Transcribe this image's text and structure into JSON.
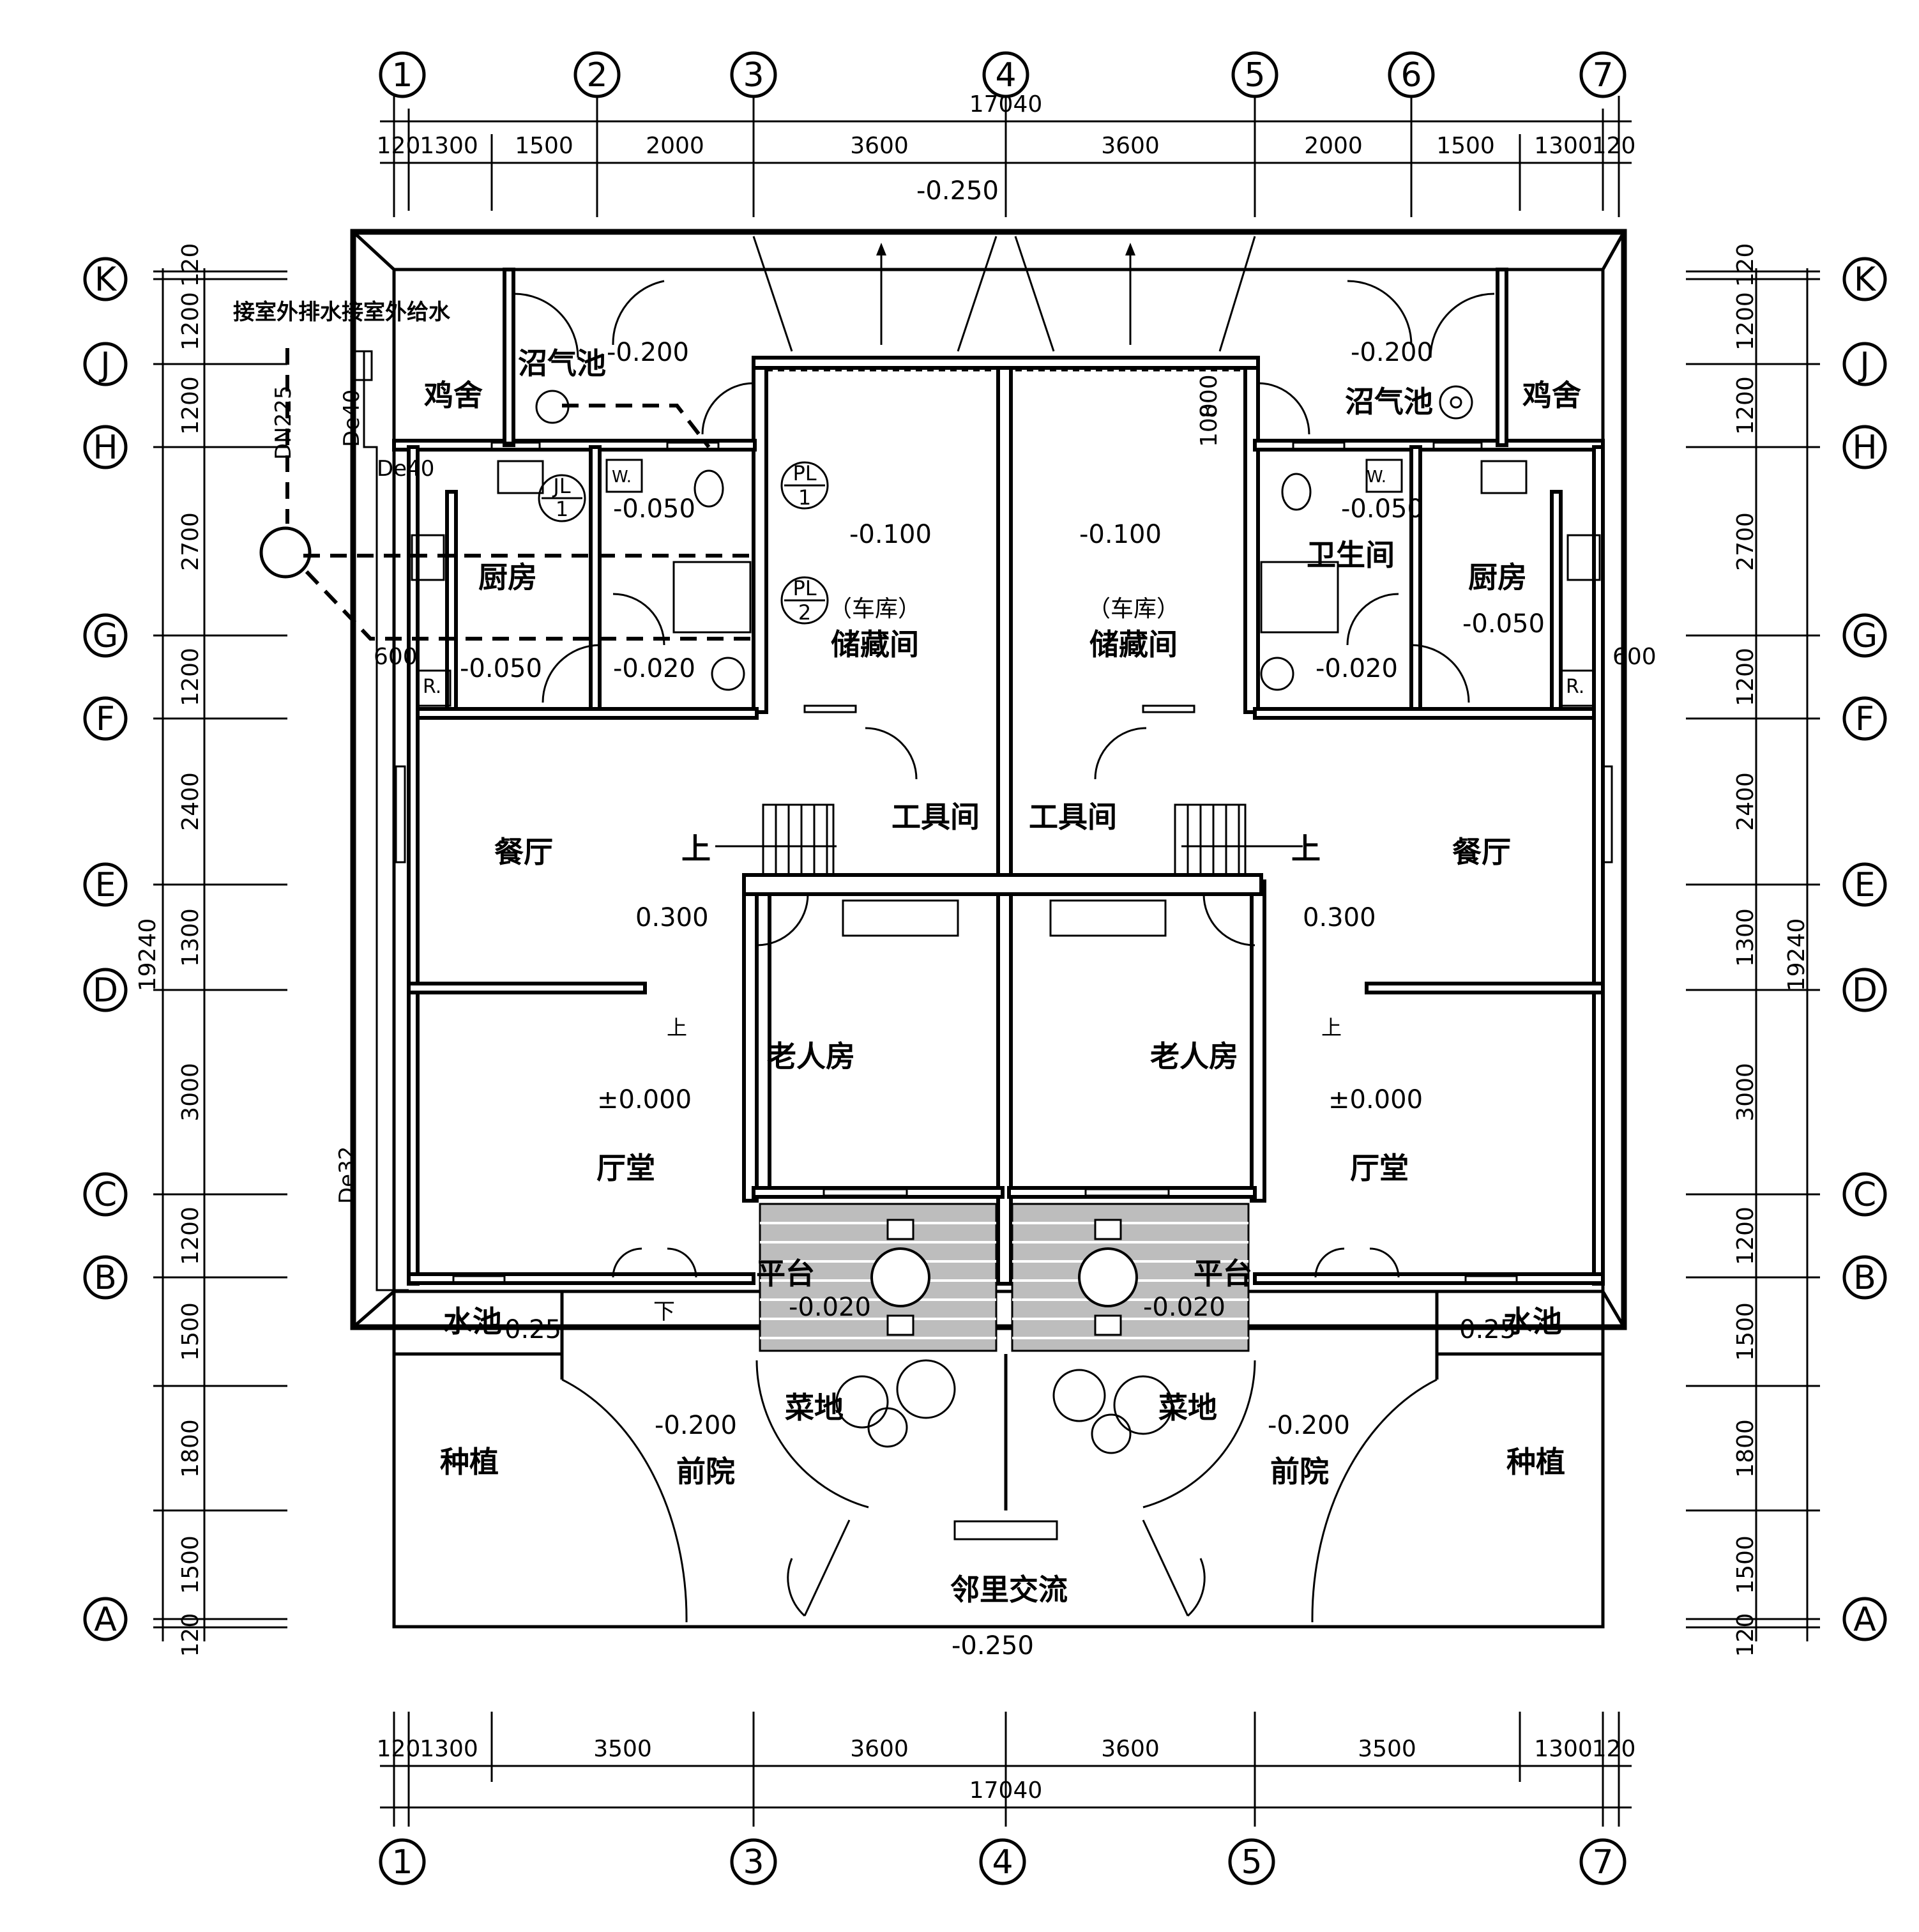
{
  "axes": {
    "top": [
      "1",
      "2",
      "3",
      "4",
      "5",
      "6",
      "7"
    ],
    "bottom": [
      "1",
      "3",
      "4",
      "5",
      "7"
    ],
    "rows": [
      "K",
      "J",
      "H",
      "G",
      "F",
      "E",
      "D",
      "C",
      "B",
      "A"
    ]
  },
  "dims": {
    "total_width": "17040",
    "total_depth": "19240",
    "top": [
      "120",
      "1300",
      "1500",
      "2000",
      "3600",
      "3600",
      "2000",
      "1500",
      "1300",
      "120"
    ],
    "bottom": [
      "120",
      "1300",
      "3500",
      "3600",
      "3600",
      "3500",
      "1300",
      "120"
    ],
    "left": [
      "120",
      "1200",
      "1200",
      "2700",
      "1200",
      "2400",
      "1300",
      "3000",
      "1200",
      "1500",
      "1800",
      "1500",
      "120"
    ],
    "right": [
      "120",
      "1200",
      "1200",
      "2700",
      "1200",
      "2400",
      "1300",
      "3000",
      "1200",
      "1500",
      "1800",
      "1500",
      "120"
    ],
    "misc": [
      "600",
      "600",
      "100",
      "800"
    ]
  },
  "levels": {
    "top_outdoor": "-0.250",
    "bottom_outdoor": "-0.250",
    "biogas": "-0.200",
    "toilet": "-0.050",
    "kitchen": "-0.050",
    "laundry": "-0.020",
    "storage": "-0.100",
    "dining": "0.300",
    "hall": "±0.000",
    "terrace": "-0.020",
    "pool": "0.25",
    "front_yard": "-0.200"
  },
  "rooms": {
    "chicken": "鸡舍",
    "biogas": "沼气池",
    "kitchen": "厨房",
    "toilet": "卫生间",
    "garage": "（车库）",
    "storage": "储藏间",
    "tool": "工具间",
    "dining": "餐厅",
    "elderly": "老人房",
    "hall": "厅堂",
    "terrace": "平台",
    "pool": "水池",
    "veg": "菜地",
    "planting": "种植",
    "front_yard": "前院",
    "neighbor": "邻里交流",
    "up": "上",
    "down": "下"
  },
  "pipes": {
    "outdoor_drain": "接室外排水",
    "outdoor_supply": "接室外给水",
    "dn225": "DN225",
    "de40": "De40",
    "de32": "De32"
  },
  "symbols": {
    "jl": "JL",
    "jl_no": "1",
    "pl": "PL",
    "pl1": "1",
    "pl2": "2",
    "w": "W.",
    "r": "R."
  }
}
